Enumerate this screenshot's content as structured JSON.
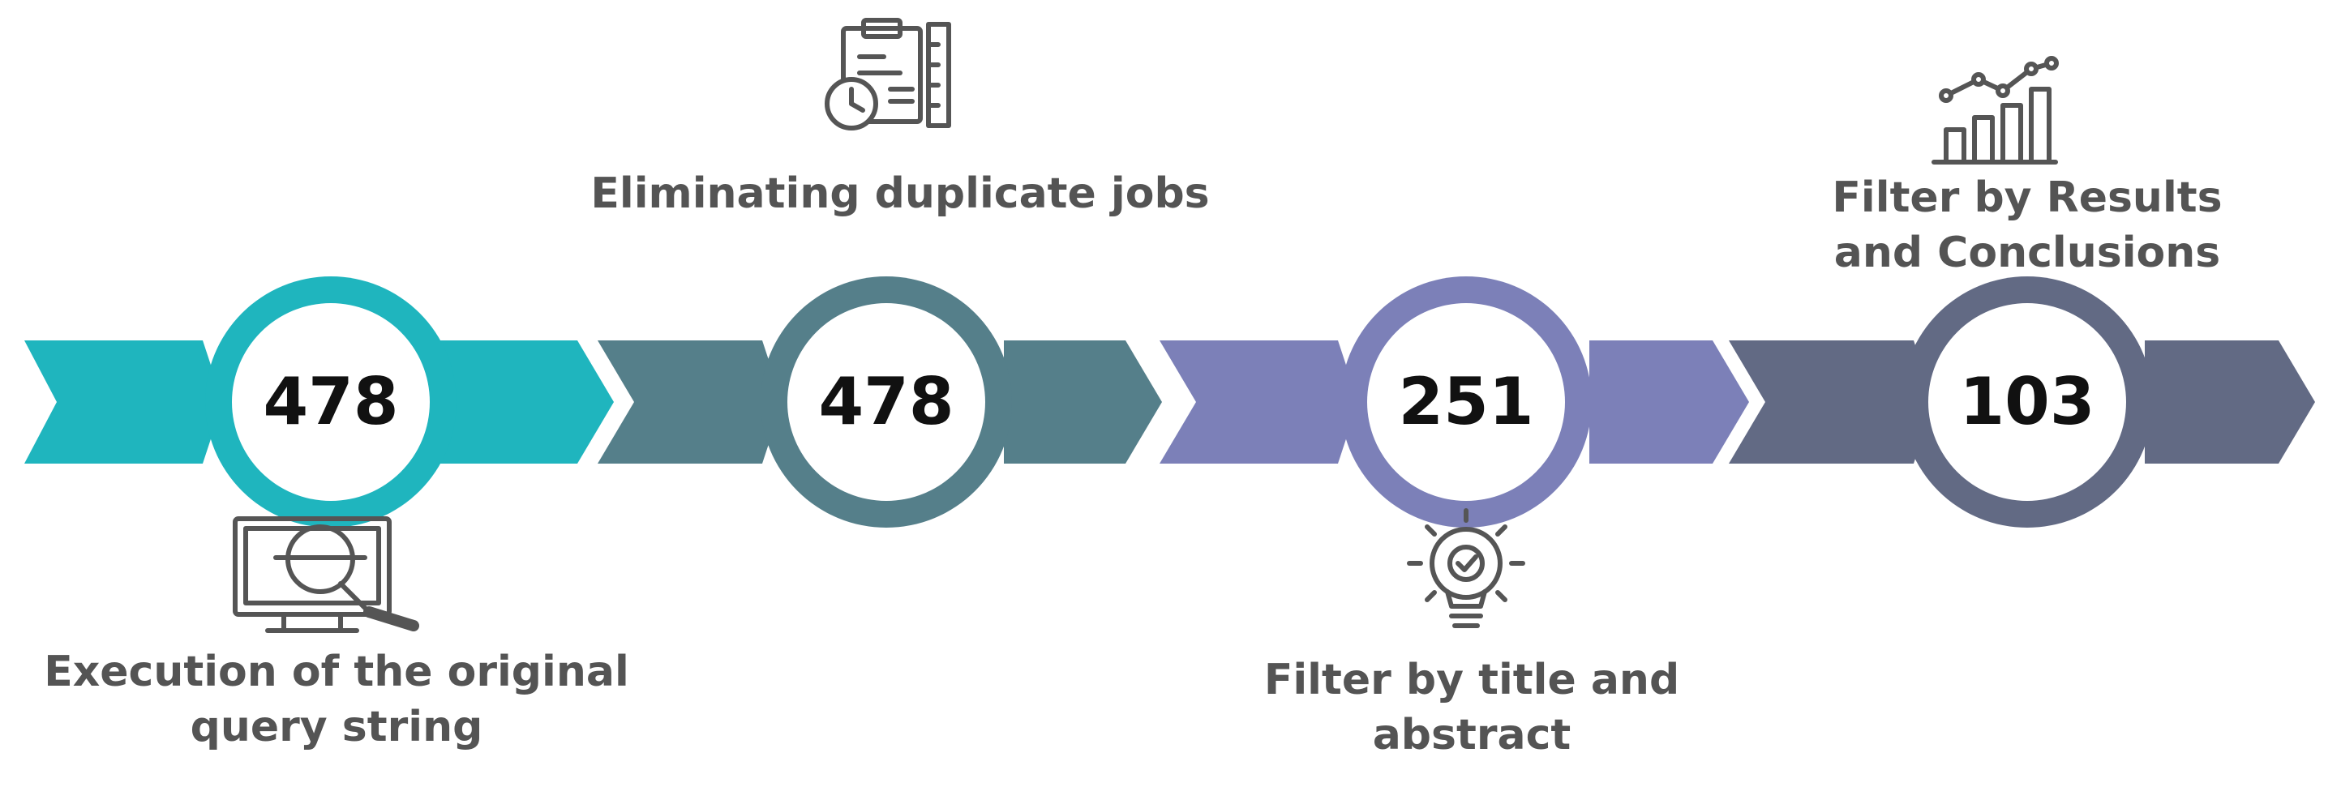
{
  "colors": {
    "teal": "#1FB5BE",
    "slate_teal": "#557F8A",
    "lavender": "#7C80B8",
    "slate": "#626A84",
    "label_text": "#545454",
    "icon_stroke": "#555555"
  },
  "steps": [
    {
      "count": "478",
      "label_lines": [
        "Execution of the original",
        "query string"
      ],
      "icon": "monitor-search-icon",
      "color": "#1FB5BE"
    },
    {
      "count": "478",
      "label_lines": [
        "Eliminating duplicate jobs"
      ],
      "icon": "clipboard-clock-icon",
      "color": "#557F8A"
    },
    {
      "count": "251",
      "label_lines": [
        "Filter by title and",
        "abstract"
      ],
      "icon": "lightbulb-check-icon",
      "color": "#7C80B8"
    },
    {
      "count": "103",
      "label_lines": [
        "Filter by Results",
        "and Conclusions"
      ],
      "icon": "bar-chart-trend-icon",
      "color": "#626A84"
    }
  ]
}
